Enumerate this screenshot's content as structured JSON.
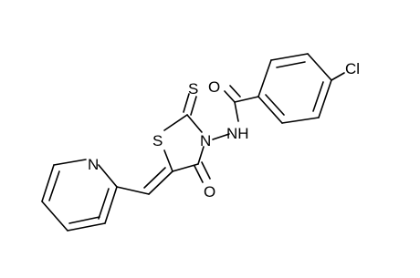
{
  "molecule": {
    "atom_labels": {
      "o_amide": "O",
      "cl": "Cl",
      "nh": "NH",
      "n_ring": "N",
      "s_thione": "S",
      "s_ring": "S",
      "o_carbonyl": "O",
      "n_pyridine": "N"
    }
  }
}
